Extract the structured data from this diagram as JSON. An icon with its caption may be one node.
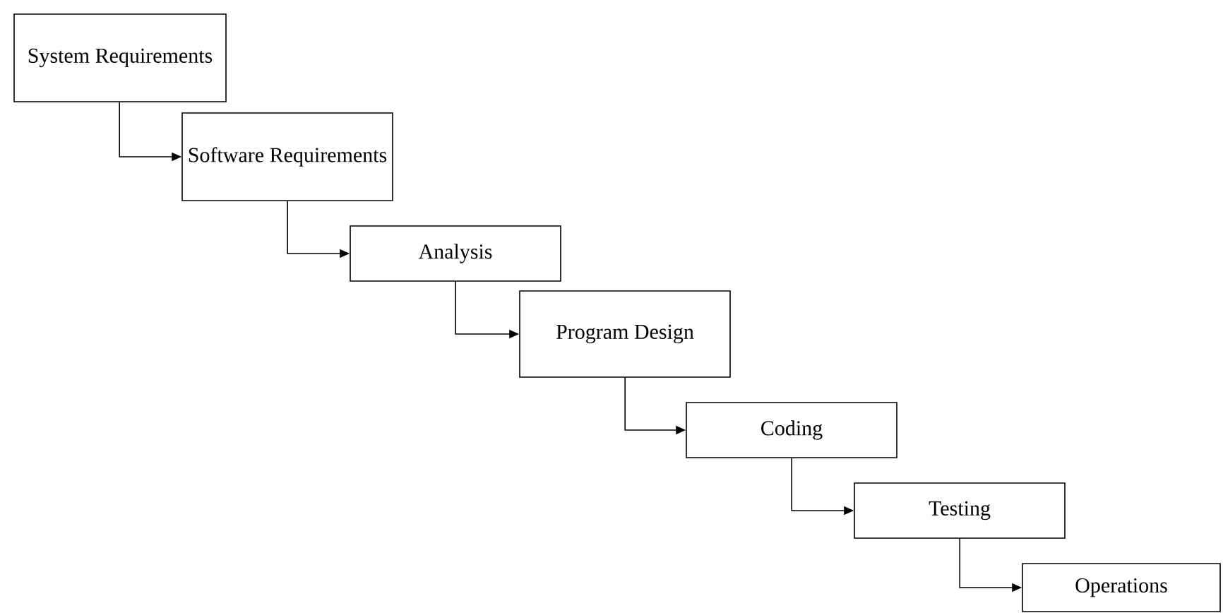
{
  "diagram": {
    "nodes": [
      {
        "text": [
          "System Requirements"
        ]
      },
      {
        "text": [
          "Software Requirements"
        ]
      },
      {
        "text": [
          "Analysis"
        ]
      },
      {
        "text": [
          "Program Design"
        ]
      },
      {
        "text": [
          "Coding"
        ]
      },
      {
        "text": [
          "Testing"
        ]
      },
      {
        "text": [
          "Operations"
        ]
      }
    ],
    "edges": [
      {
        "from": 0,
        "to": 1,
        "arrow": "to"
      },
      {
        "from": 1,
        "to": 2,
        "arrow": "to"
      },
      {
        "from": 2,
        "to": 3,
        "arrow": "to"
      },
      {
        "from": 3,
        "to": 4,
        "arrow": "to"
      },
      {
        "from": 4,
        "to": 5,
        "arrow": "to"
      },
      {
        "from": 5,
        "to": 6,
        "arrow": "to"
      }
    ]
  }
}
